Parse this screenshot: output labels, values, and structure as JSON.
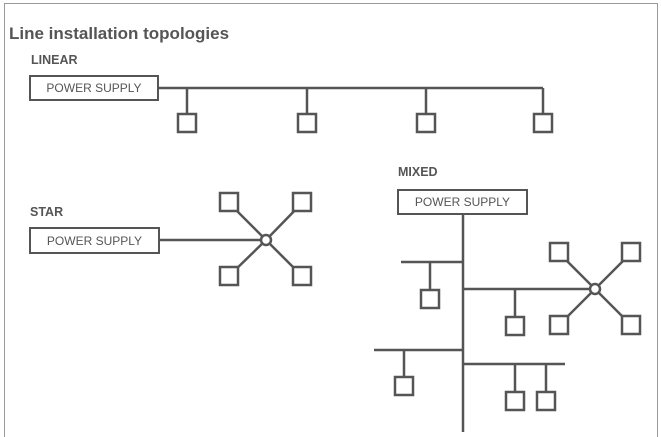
{
  "title": "Line installation topologies",
  "sections": {
    "linear": {
      "label": "LINEAR",
      "power_supply": "POWER SUPPLY"
    },
    "star": {
      "label": "STAR",
      "power_supply": "POWER SUPPLY"
    },
    "mixed": {
      "label": "MIXED",
      "power_supply": "POWER SUPPLY"
    }
  },
  "colors": {
    "line": "#555555",
    "frame": "#9a9a9a",
    "text": "#555555"
  }
}
